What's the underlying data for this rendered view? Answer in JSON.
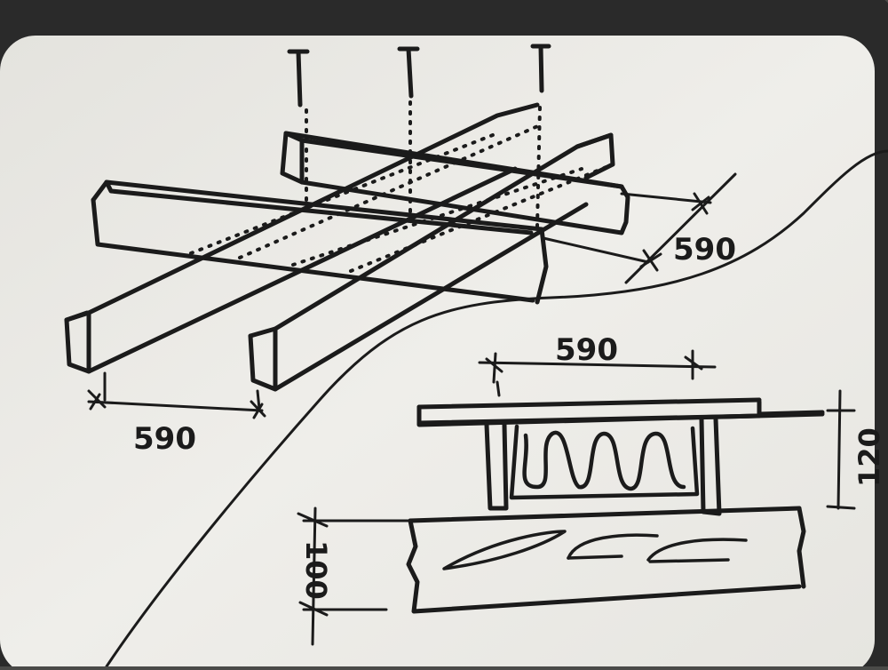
{
  "dimensions": {
    "joist_spacing_bottom": "590",
    "batten_spacing_right": "590",
    "section_spacing_top": "590",
    "insulation_depth": "120",
    "beam_depth": "100"
  },
  "colors": {
    "ink": "#1b1b1b",
    "board": "#ecebe6",
    "frame": "#2a2a2a",
    "background": "#4a4a48"
  }
}
